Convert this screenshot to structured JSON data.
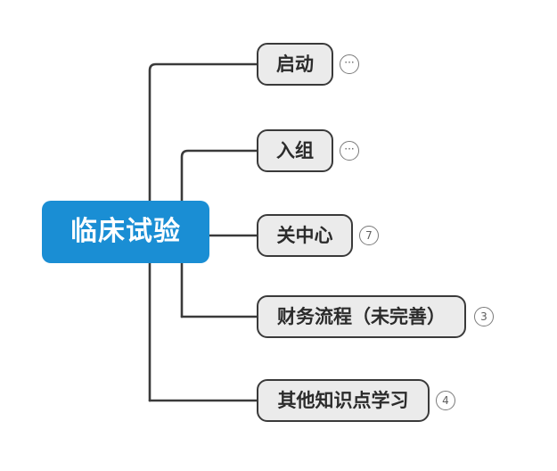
{
  "diagram": {
    "type": "mind-map",
    "background_color": "#ffffff",
    "root": {
      "label": "临床试验",
      "fill_color": "#1a8ed4",
      "text_color": "#ffffff"
    },
    "node_style": {
      "fill_color": "#ebebeb",
      "border_color": "#3a3a3a",
      "text_color": "#2b2b2b",
      "edge_color": "#3a3a3a",
      "badge_border_color": "#7a7a7a",
      "badge_text_color": "#5e5e5e"
    },
    "children": [
      {
        "label": "启动",
        "badge": "···",
        "badge_kind": "ellipsis"
      },
      {
        "label": "入组",
        "badge": "···",
        "badge_kind": "ellipsis"
      },
      {
        "label": "关中心",
        "badge": "7",
        "badge_kind": "count"
      },
      {
        "label": "财务流程（未完善）",
        "badge": "3",
        "badge_kind": "count"
      },
      {
        "label": "其他知识点学习",
        "badge": "4",
        "badge_kind": "count"
      }
    ]
  }
}
